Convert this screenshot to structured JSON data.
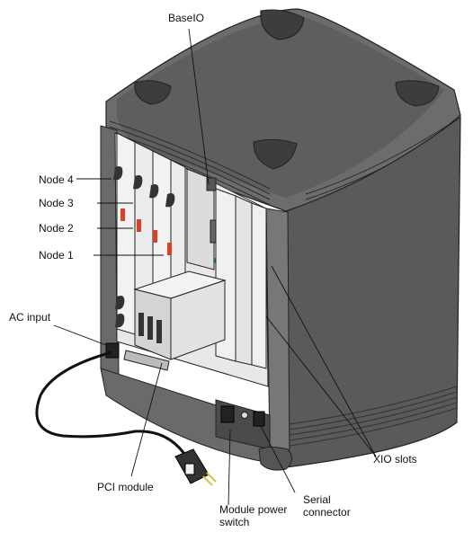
{
  "labels": {
    "baseio": "BaseIO",
    "node4": "Node 4",
    "node3": "Node 3",
    "node2": "Node 2",
    "node1": "Node 1",
    "ac_input": "AC input",
    "pci_module": "PCI module",
    "module_power_switch_l1": "Module power",
    "module_power_switch_l2": "switch",
    "serial_connector_l1": "Serial",
    "serial_connector_l2": "connector",
    "xio_slots": "XIO slots"
  },
  "colors": {
    "chassis_dark": "#4a4a4a",
    "chassis_mid": "#6b6b6b",
    "chassis_light": "#9a9a9a",
    "accent_red": "#d8402a"
  }
}
